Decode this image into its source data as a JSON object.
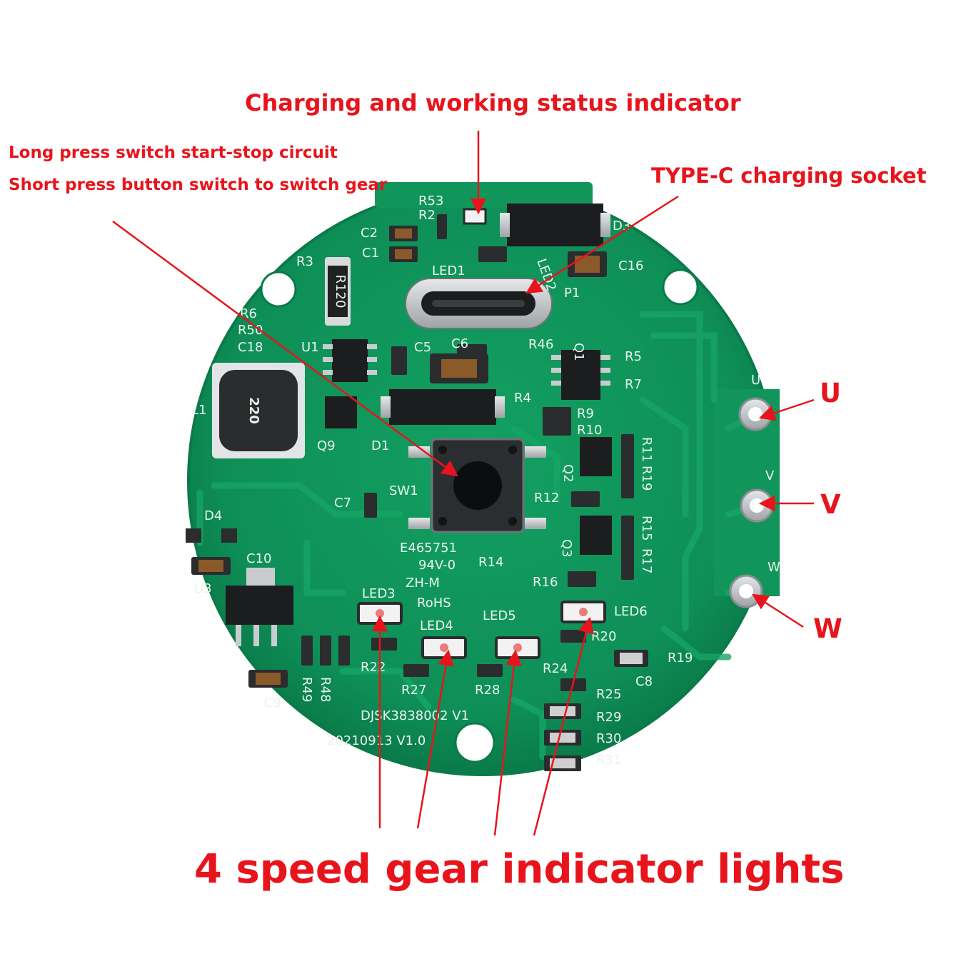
{
  "callouts": {
    "status_indicator": "Charging and working status indicator",
    "long_press": "Long press switch start-stop circuit",
    "short_press": "Short press button switch to switch gear",
    "typec_socket": "TYPE-C charging socket",
    "phase_u": "U",
    "phase_v": "V",
    "phase_w": "W",
    "gear_lights": "4 speed gear indicator lights"
  },
  "board": {
    "silkscreen": {
      "r53": "R53",
      "r2": "R2",
      "c2": "C2",
      "c1": "C1",
      "led1": "LED1",
      "led2": "LED2",
      "d3": "D3",
      "c16": "C16",
      "p1": "P1",
      "r3": "R3",
      "r120": "R120",
      "r6": "R6",
      "r50": "R50",
      "c18": "C18",
      "u1": "U1",
      "c5": "C5",
      "c6": "C6",
      "r46": "R46",
      "q1": "Q1",
      "r5": "R5",
      "r7": "R7",
      "r4": "R4",
      "l1": "L1",
      "l1_value": "220",
      "q9": "Q9",
      "d1": "D1",
      "r9": "R9",
      "r10": "R10",
      "r11": "R11",
      "r19a": "R19",
      "q2": "Q2",
      "r12": "R12",
      "sw1": "SW1",
      "c7": "C7",
      "d4": "D4",
      "c10": "C10",
      "u3": "U3",
      "r15": "R15",
      "r17": "R17",
      "q3": "Q3",
      "r14": "R14",
      "r16": "R16",
      "e_code": "E465751",
      "v0": "94V-0",
      "zhm": "ZH-M",
      "rohs": "RoHS",
      "led3": "LED3",
      "led4": "LED4",
      "led5": "LED5",
      "led6": "LED6",
      "r22": "R22",
      "r27": "R27",
      "r28": "R28",
      "r24": "R24",
      "r20": "R20",
      "r19": "R19",
      "c8": "C8",
      "r25": "R25",
      "r29": "R29",
      "r30": "R30",
      "r31": "R31",
      "r49": "R49",
      "r48": "R48",
      "c9": "C9",
      "model": "DJSK3838002 V1",
      "date": "20210913 V1.0",
      "pad_u": "U",
      "pad_v": "V",
      "pad_w": "W"
    }
  },
  "colors": {
    "callout_red": "#e8141c",
    "pcb_green": "#0e8f57",
    "pcb_edge": "#0a7a49",
    "trace_green": "#17a565",
    "silkscreen": "#e9f4ee",
    "pad_silver": "#c9ccce",
    "component_black": "#1b1d1e"
  }
}
